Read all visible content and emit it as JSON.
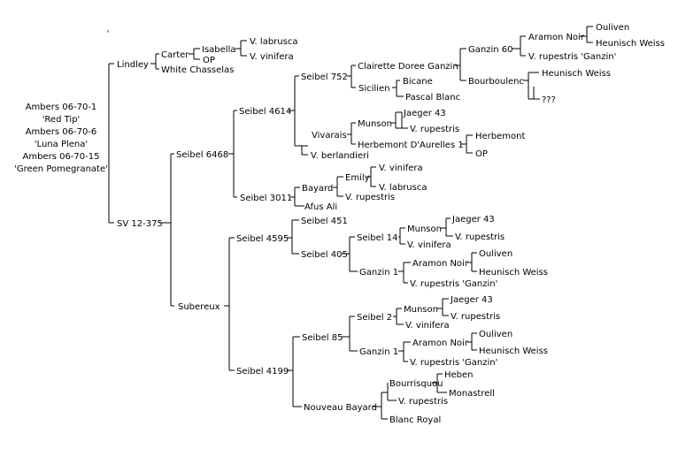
{
  "root": {
    "lines": [
      "Ambers 06-70-1",
      "'Red Tip'",
      "Ambers 06-70-6",
      "'Luna Plena'",
      "Ambers 06-70-15",
      "'Green Pomegranate'"
    ]
  },
  "stray_mark": "'",
  "nodes": {
    "lindley": "Lindley",
    "carter": "Carter",
    "isabella": "Isabella",
    "isabella_labrusca": "V. labrusca",
    "isabella_vinifera": "V. vinifera",
    "carter_op": "OP",
    "white_chasselas": "White Chasselas",
    "sv12375": "SV 12-375",
    "seibel6468": "Seibel 6468",
    "seibel4614": "Seibel 4614",
    "seibel752": "Seibel 752",
    "clairette": "Clairette Doree Ganzin",
    "ganzin60": "Ganzin 60",
    "aramon_noir_1": "Aramon Noir",
    "ouliven_1": "Ouliven",
    "heunisch_1": "Heunisch Weiss",
    "rupestris_ganzin_1": "V. rupestris 'Ganzin'",
    "bourboulenc": "Bourboulenc",
    "heunisch_2": "Heunisch Weiss",
    "unknown": "???",
    "sicilien": "Sicilien",
    "bicane": "Bicane",
    "pascal_blanc": "Pascal Blanc",
    "vivarais": "Vivarais",
    "munson_1": "Munson",
    "jaeger_1": "Jaeger 43",
    "rupestris_1": "V. rupestris",
    "herbemont_daurelles": "Herbemont D'Aurelles 1",
    "herbemont": "Herbemont",
    "herbemont_op": "OP",
    "berlandieri": "V. berlandieri",
    "seibel3011": "Seibel 3011",
    "bayard": "Bayard",
    "emily": "Emily",
    "emily_vinifera": "V. vinifera",
    "emily_labrusca": "V. labrusca",
    "bayard_rupestris": "V. rupestris",
    "afus_ali": "Afus Ali",
    "subereux": "Subereux",
    "seibel4595": "Seibel 4595",
    "seibel451": "Seibel 451",
    "seibel405": "Seibel 405",
    "seibel14": "Seibel 14",
    "munson_2": "Munson",
    "jaeger_2": "Jaeger 43",
    "rupestris_2": "V. rupestris",
    "vinifera_2": "V. vinifera",
    "ganzin1_a": "Ganzin 1",
    "aramon_noir_2": "Aramon Noir",
    "ouliven_2": "Ouliven",
    "heunisch_3": "Heunisch Weiss",
    "rupestris_ganzin_2": "V. rupestris 'Ganzin'",
    "seibel4199": "Seibel 4199",
    "seibel85": "Seibel 85",
    "seibel2": "Seibel 2",
    "munson_3": "Munson",
    "jaeger_3": "Jaeger 43",
    "rupestris_3": "V. rupestris",
    "vinifera_3": "V. vinifera",
    "ganzin1_b": "Ganzin 1",
    "aramon_noir_3": "Aramon Noir",
    "ouliven_3": "Ouliven",
    "heunisch_4": "Heunisch Weiss",
    "rupestris_ganzin_3": "V. rupestris 'Ganzin'",
    "nouveau_bayard": "Nouveau Bayard",
    "bourrisquou": "Bourrisquou",
    "heben": "Heben",
    "monastrell": "Monastrell",
    "nb_rupestris": "V. rupestris",
    "blanc_royal": "Blanc Royal"
  }
}
